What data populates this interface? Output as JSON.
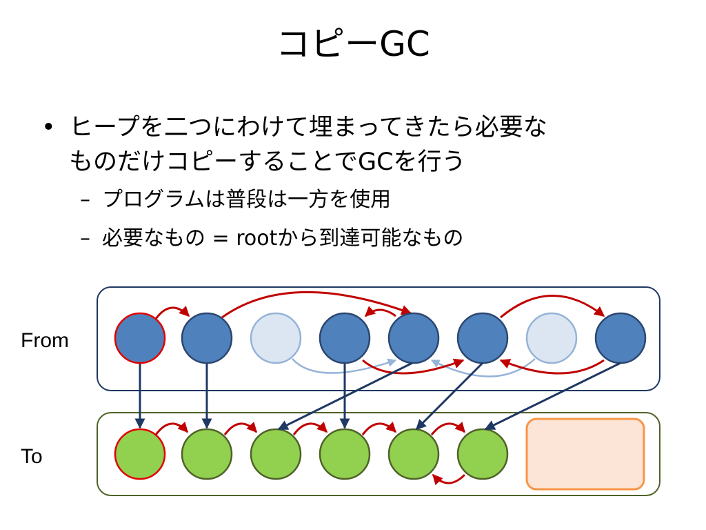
{
  "title": "コピーGC",
  "bullet": {
    "symbol": "•",
    "line1": "ヒープを二つにわけて埋まってきたら必要な",
    "line2": "ものだけコピーすることでGCを行う"
  },
  "sub_bullets": {
    "symbol": "–",
    "items": [
      "プログラムは普段は一方を使用",
      "必要なもの = rootから到達可能なもの"
    ]
  },
  "diagram": {
    "from_label": "From",
    "to_label": "To",
    "from_nodes": [
      "root",
      "live",
      "dead",
      "live",
      "live",
      "live",
      "dead",
      "live"
    ],
    "to_node_count": 6,
    "free_space": true,
    "colors": {
      "live_fill": "#4F81BD",
      "live_stroke": "#2C4770",
      "dead_fill": "#DCE6F2",
      "dead_stroke": "#95B3D7",
      "copied_fill": "#92D050",
      "copied_stroke": "#4F6228",
      "root_stroke": "#E00000",
      "pointer": "#C00000",
      "copy_arrow": "#1F3864",
      "dead_pointer": "#95B3D7",
      "from_box_stroke": "#1F3864",
      "to_box_stroke": "#4F6228",
      "free_fill": "#FCE4D6",
      "free_stroke": "#F79646"
    }
  }
}
